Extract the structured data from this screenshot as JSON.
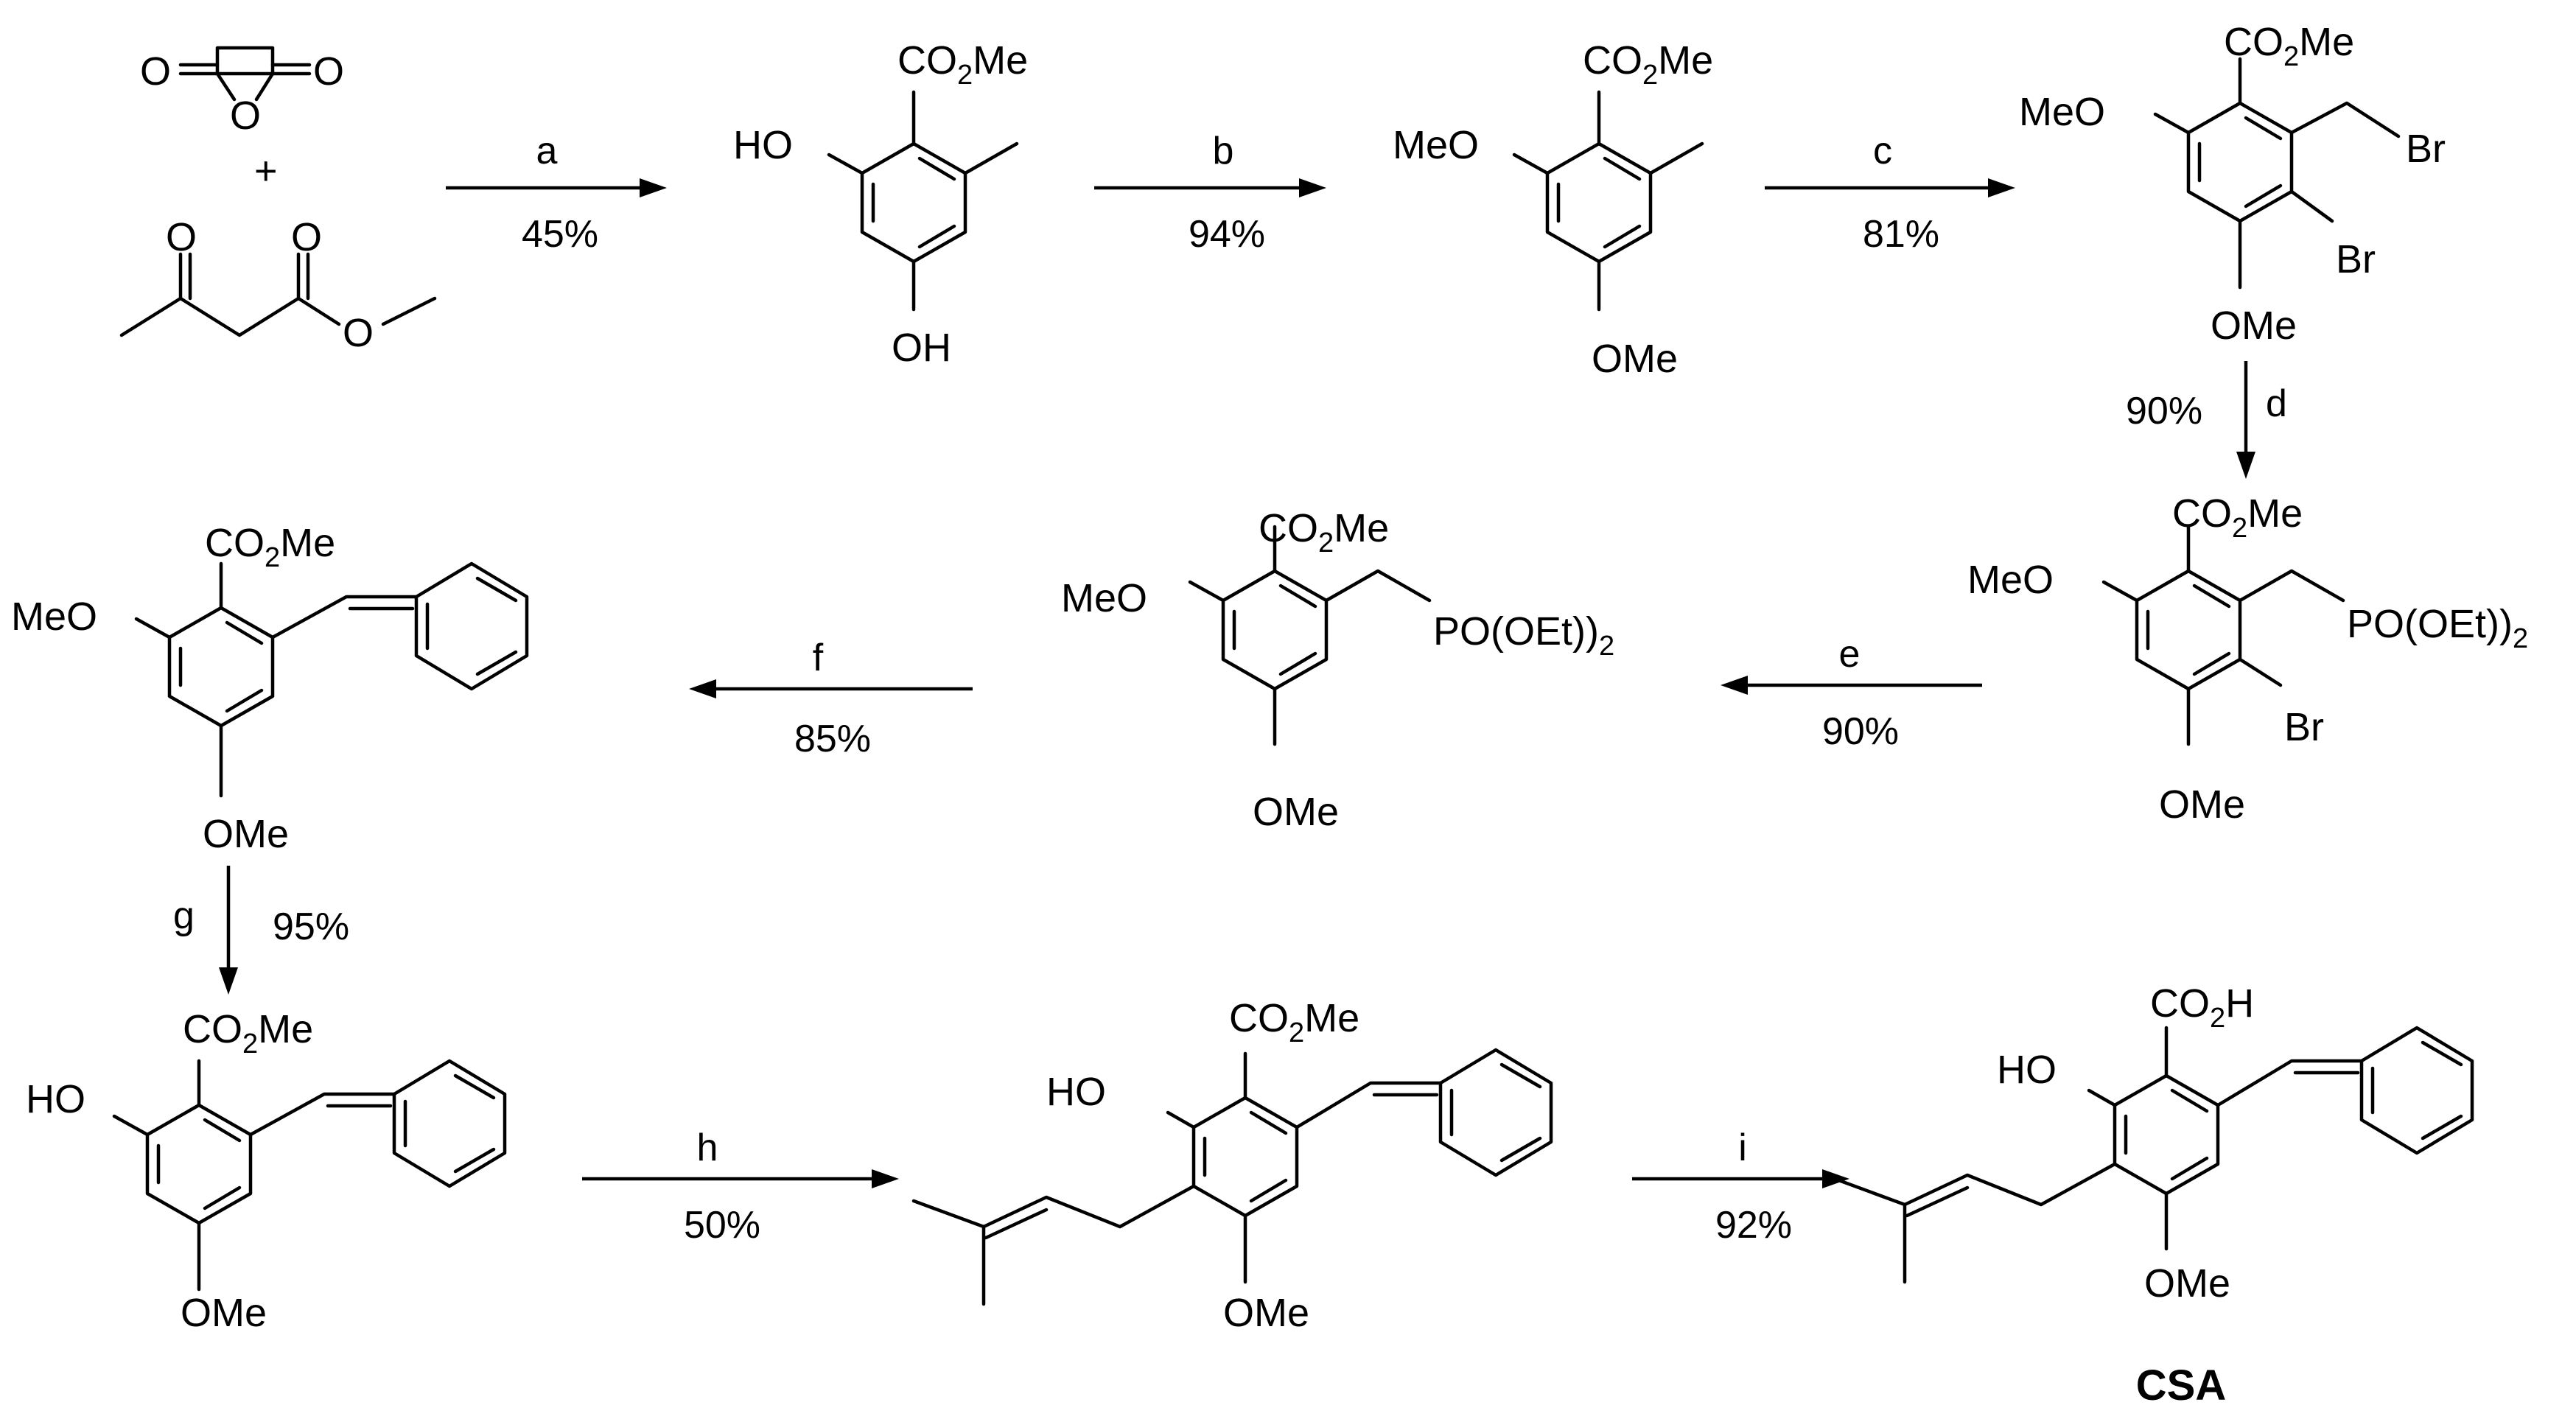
{
  "steps": [
    {
      "reagent": "a",
      "yield": "45%"
    },
    {
      "reagent": "b",
      "yield": "94%"
    },
    {
      "reagent": "c",
      "yield": "81%"
    },
    {
      "reagent": "d",
      "yield": "90%"
    },
    {
      "reagent": "e",
      "yield": "90%"
    },
    {
      "reagent": "f",
      "yield": "85%"
    },
    {
      "reagent": "g",
      "yield": "95%"
    },
    {
      "reagent": "h",
      "yield": "50%"
    },
    {
      "reagent": "i",
      "yield": "92%"
    }
  ],
  "plus": "+",
  "final_product": "CSA",
  "atoms": {
    "O": "O",
    "HO": "HO",
    "OH": "OH",
    "MeO": "MeO",
    "OMe": "OMe",
    "Br": "Br",
    "CO": "CO",
    "sub2": "2",
    "Me": "Me",
    "H": "H",
    "PO_OEt": "PO(OEt)",
    "close_paren": ")"
  }
}
